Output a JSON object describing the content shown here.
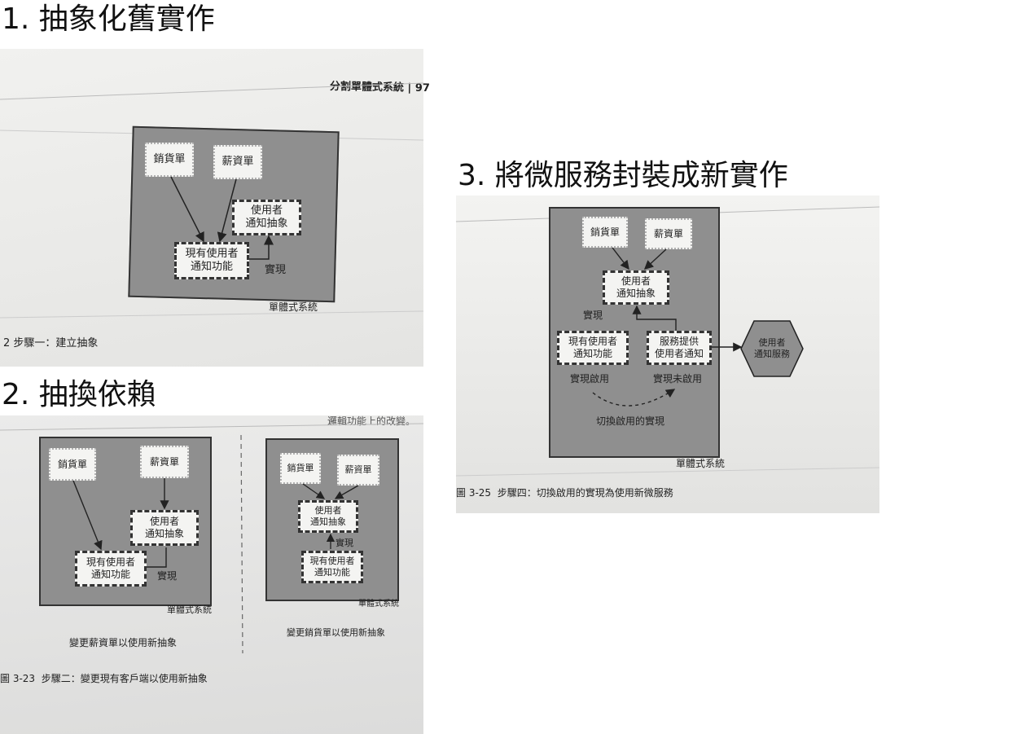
{
  "headings": {
    "step1": "1. 抽象化舊實作",
    "step2": "2. 抽換依賴",
    "step3": "3. 將微服務封裝成新實作"
  },
  "photo1": {
    "page_header": "分割單體式系統 | 97",
    "box_sales": "銷貨單",
    "box_payroll": "薪資單",
    "box_abstraction": "使用者\n通知抽象",
    "box_existing": "現有使用者\n通知功能",
    "label_implements": "實現",
    "system_label": "單體式系統",
    "caption": "步驟一：建立抽象"
  },
  "photo2": {
    "top_text": "邏輯功能上的改變。",
    "left": {
      "box_sales": "銷貨單",
      "box_payroll": "薪資單",
      "box_abstraction": "使用者\n通知抽象",
      "box_existing": "現有使用者\n通知功能",
      "label_implements": "實現",
      "system_label": "單體式系統",
      "caption": "變更薪資單以使用新抽象"
    },
    "right": {
      "box_sales": "銷貨單",
      "box_payroll": "薪資單",
      "box_abstraction": "使用者\n通知抽象",
      "box_existing": "現有使用者\n通知功能",
      "label_implements": "實現",
      "system_label": "單體式系統",
      "caption": "變更銷貨單以使用新抽象"
    },
    "figure_number": "圖 3-23",
    "caption": "步驟二：變更現有客戶端以使用新抽象"
  },
  "photo3": {
    "box_sales": "銷貨單",
    "box_payroll": "薪資單",
    "box_abstraction": "使用者\n通知抽象",
    "label_implements": "實現",
    "box_existing": "現有使用者\n通知功能",
    "box_provider": "服務提供\n使用者通知",
    "label_enabled": "實現啟用",
    "label_disabled": "實現未啟用",
    "label_switch": "切換啟用的實現",
    "hexagon": "使用者\n通知服務",
    "system_label": "單體式系統",
    "figure_number": "圖 3-25",
    "caption": "步驟四：切換啟用的實現為使用新微服務"
  }
}
